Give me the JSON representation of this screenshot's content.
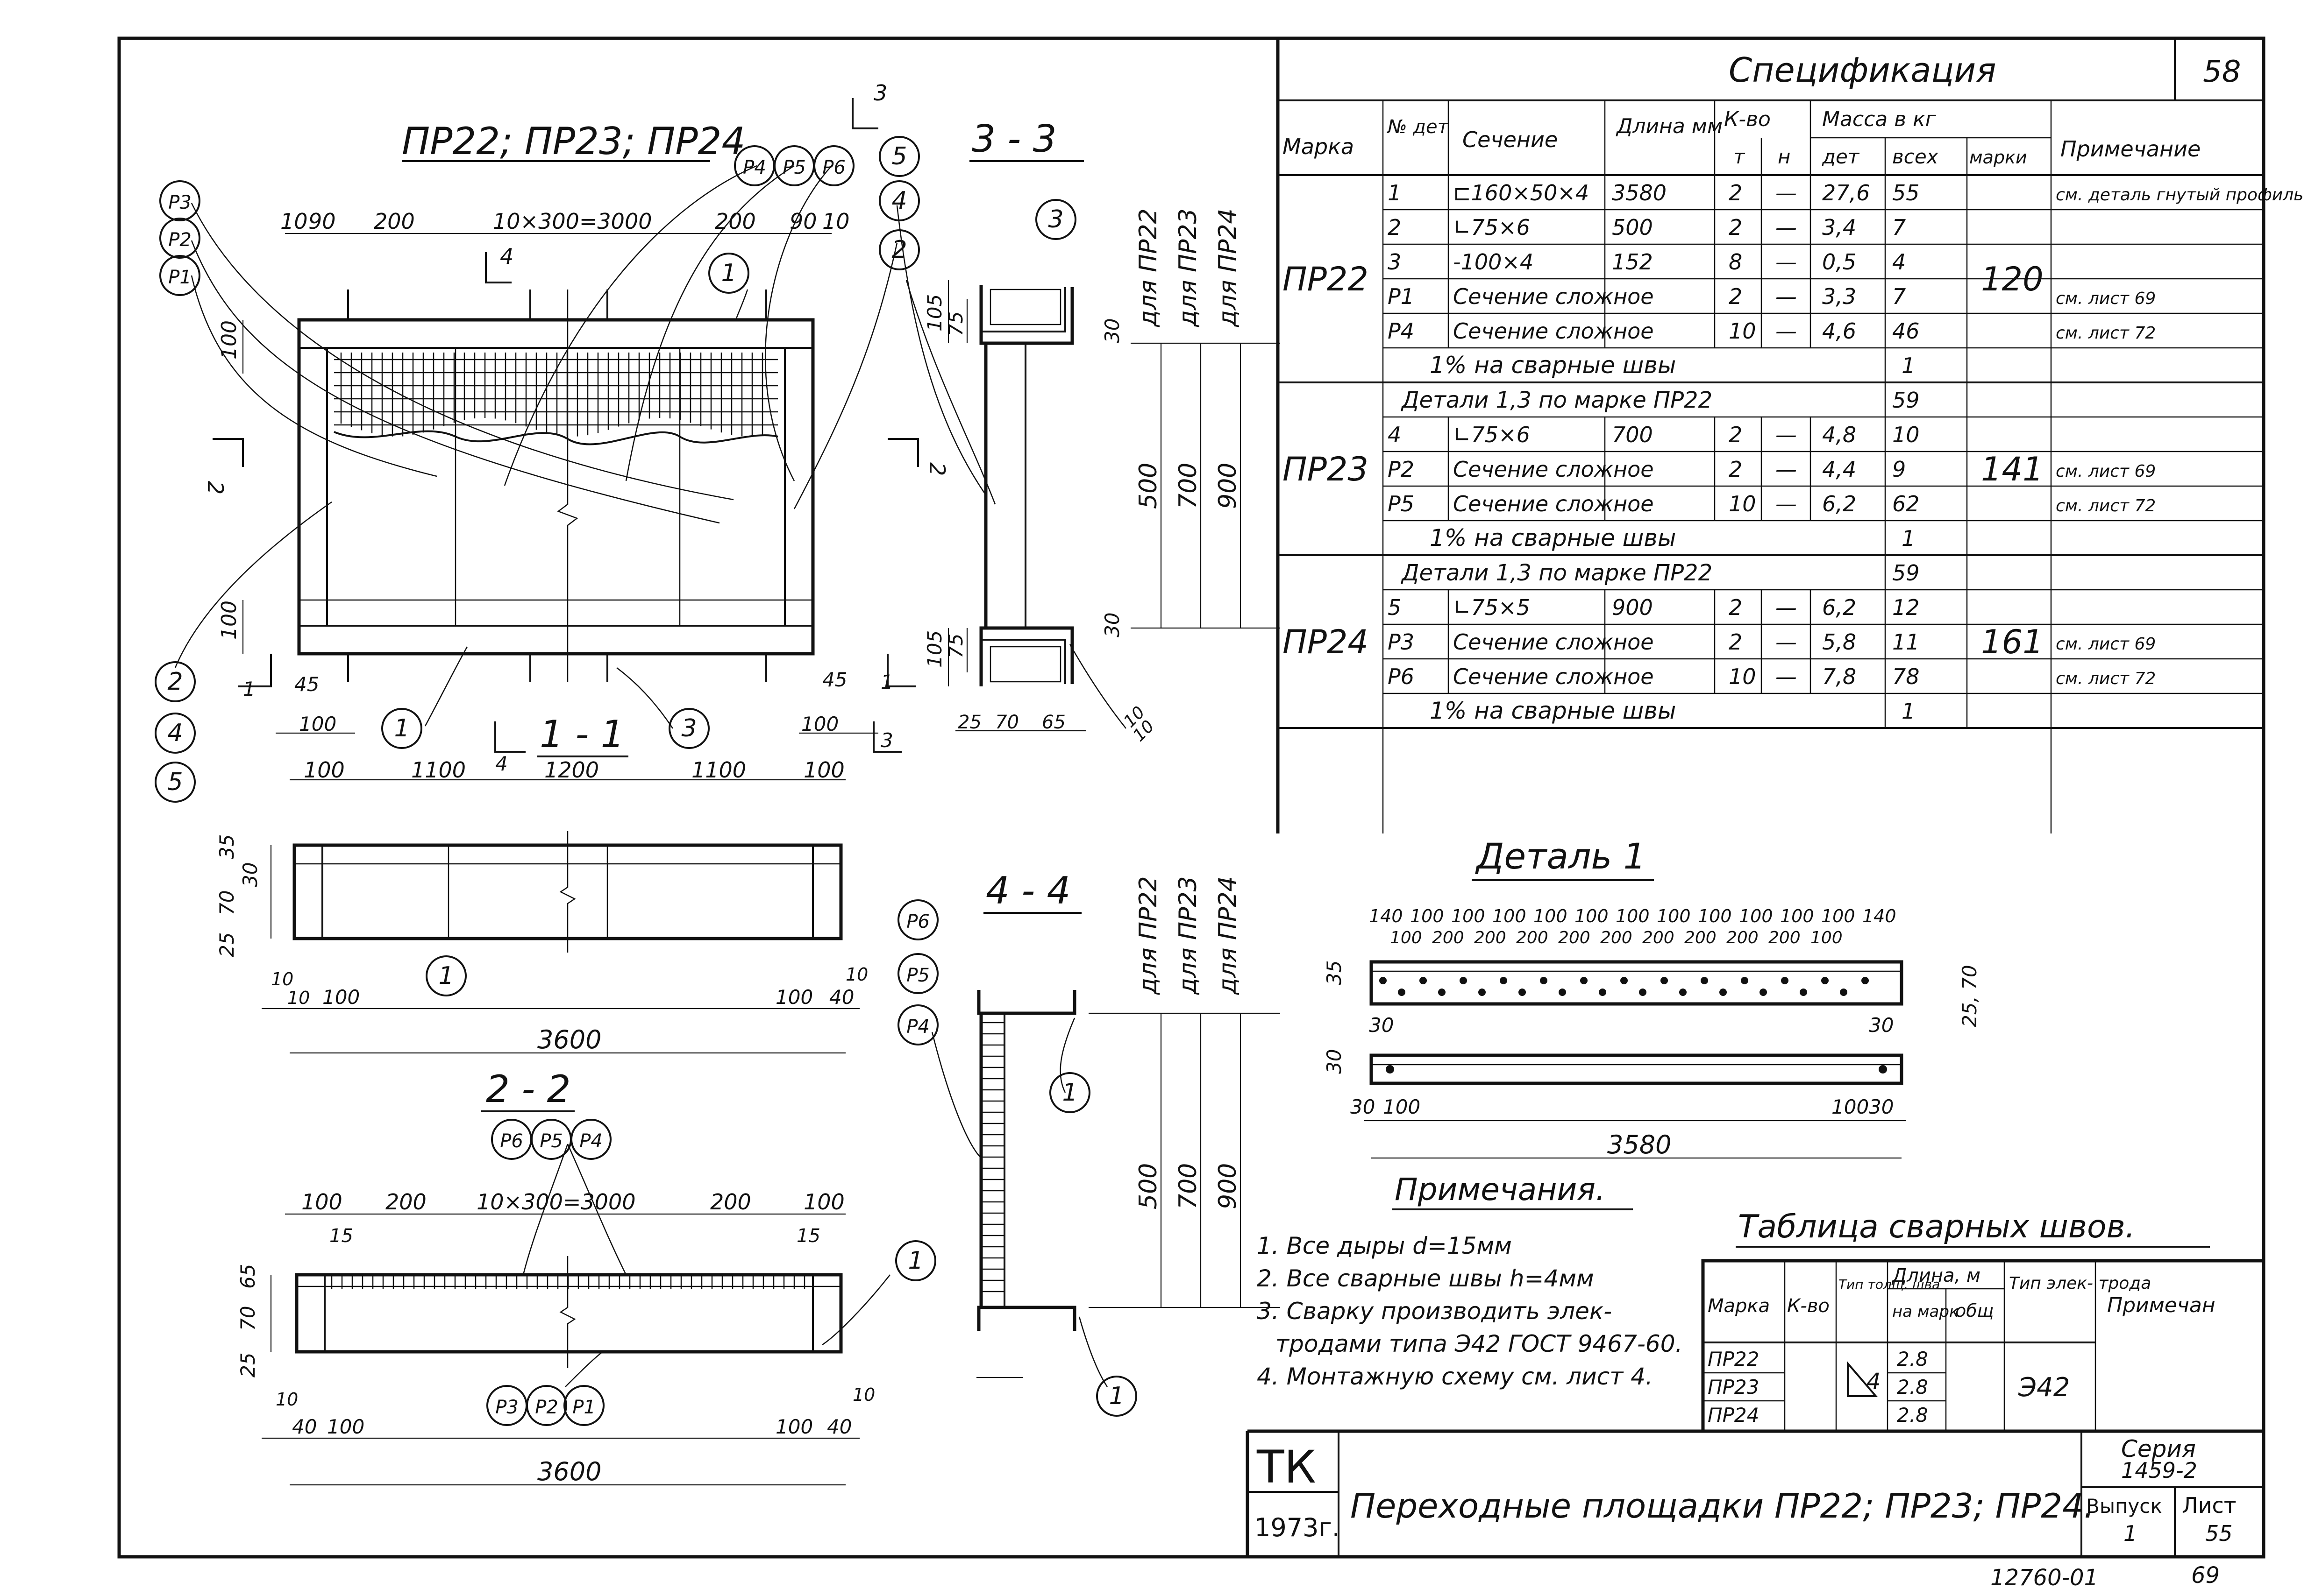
{
  "sheet": {
    "title": "Переходные площадки ПР22; ПР23; ПР24.",
    "stamp_tk": "ТК",
    "stamp_year": "1973г.",
    "series_label": "Серия",
    "series_value": "1459-2",
    "issue_label": "Выпуск",
    "issue_value": "1",
    "sheet_label": "Лист",
    "sheet_value": "55",
    "sheet_corner": "58",
    "archive_no": "12760-01",
    "archive_page": "69"
  },
  "views": {
    "main_title": "ПР22; ПР23; ПР24",
    "section_3": "3 - 3",
    "section_4": "4 - 4",
    "section_1": "1 - 1",
    "section_2": "2 - 2",
    "detail_1": "Деталь 1"
  },
  "plan_dims": {
    "top": [
      "10",
      "90",
      "200",
      "10×300=3000",
      "200",
      "90",
      "10"
    ],
    "side_100_top": "100",
    "side_100_bottom": "100",
    "bottom_left": [
      "45",
      "100"
    ],
    "bottom_right": [
      "45",
      "100"
    ]
  },
  "section1": {
    "top": [
      "100",
      "1100",
      "1200",
      "1100",
      "100"
    ],
    "side": [
      "35",
      "30",
      "70",
      "25"
    ],
    "bottom": [
      "10",
      "10",
      "100",
      "100",
      "10",
      "40"
    ],
    "total": "3600"
  },
  "section2": {
    "top": [
      "100",
      "200",
      "10×300=3000",
      "200",
      "100"
    ],
    "small": [
      "15",
      "15"
    ],
    "side": [
      "65",
      "70",
      "25"
    ],
    "bottom": [
      "10",
      "40",
      "100",
      "100",
      "40",
      "10"
    ],
    "total": "3600"
  },
  "section3_dims": [
    "105",
    "75",
    "30",
    "105",
    "75",
    "30",
    "25",
    "70",
    "65",
    "10",
    "10"
  ],
  "height_labels": {
    "pr22": "для ПР22",
    "pr23": "для ПР23",
    "pr24": "для ПР24",
    "h500": "500",
    "h700": "700",
    "h900": "900"
  },
  "callouts": {
    "p1": "Р1",
    "p2": "Р2",
    "p3": "Р3",
    "p4": "Р4",
    "p5": "Р5",
    "p6": "Р6",
    "n1": "1",
    "n2": "2",
    "n3": "3",
    "n4": "4",
    "n5": "5"
  },
  "section_marks": {
    "s3": "3",
    "s4": "4",
    "s2": "2",
    "s1": "1"
  },
  "spec": {
    "title": "Спецификация",
    "headers": {
      "mark": "Марка",
      "no": "№ дет",
      "section": "Сечение",
      "length": "Длина мм",
      "qty": "К-во",
      "qty_t": "т",
      "qty_n": "н",
      "mass": "Масса в кг",
      "mass_det": "дет",
      "mass_all": "всех",
      "mass_mark": "марки",
      "note": "Примечание"
    },
    "groups": [
      {
        "mark": "ПР22",
        "total": "120",
        "rows": [
          {
            "no": "1",
            "section": "⊏160×50×4",
            "length": "3580",
            "t": "2",
            "n": "—",
            "det": "27,6",
            "all": "55",
            "note": "см. деталь гнутый профиль"
          },
          {
            "no": "2",
            "section": "∟75×6",
            "length": "500",
            "t": "2",
            "n": "—",
            "det": "3,4",
            "all": "7",
            "note": ""
          },
          {
            "no": "3",
            "section": "-100×4",
            "length": "152",
            "t": "8",
            "n": "—",
            "det": "0,5",
            "all": "4",
            "note": ""
          },
          {
            "no": "Р1",
            "section": "Сечение сложное",
            "length": "",
            "t": "2",
            "n": "—",
            "det": "3,3",
            "all": "7",
            "note": "см. лист 69"
          },
          {
            "no": "Р4",
            "section": "Сечение сложное",
            "length": "",
            "t": "10",
            "n": "—",
            "det": "4,6",
            "all": "46",
            "note": "см. лист 72"
          }
        ],
        "weld_text": "1% на сварные швы",
        "weld_value": "1"
      },
      {
        "mark": "ПР23",
        "total": "141",
        "header_text": "Детали 1,3 по марке ПР22",
        "header_value": "59",
        "rows": [
          {
            "no": "4",
            "section": "∟75×6",
            "length": "700",
            "t": "2",
            "n": "—",
            "det": "4,8",
            "all": "10",
            "note": ""
          },
          {
            "no": "Р2",
            "section": "Сечение сложное",
            "length": "",
            "t": "2",
            "n": "—",
            "det": "4,4",
            "all": "9",
            "note": "см. лист 69"
          },
          {
            "no": "Р5",
            "section": "Сечение сложное",
            "length": "",
            "t": "10",
            "n": "—",
            "det": "6,2",
            "all": "62",
            "note": "см. лист 72"
          }
        ],
        "weld_text": "1% на сварные швы",
        "weld_value": "1"
      },
      {
        "mark": "ПР24",
        "total": "161",
        "header_text": "Детали 1,3 по марке ПР22",
        "header_value": "59",
        "rows": [
          {
            "no": "5",
            "section": "∟75×5",
            "length": "900",
            "t": "2",
            "n": "—",
            "det": "6,2",
            "all": "12",
            "note": ""
          },
          {
            "no": "Р3",
            "section": "Сечение сложное",
            "length": "",
            "t": "2",
            "n": "—",
            "det": "5,8",
            "all": "11",
            "note": "см. лист 69"
          },
          {
            "no": "Р6",
            "section": "Сечение сложное",
            "length": "",
            "t": "10",
            "n": "—",
            "det": "7,8",
            "all": "78",
            "note": "см. лист 72"
          }
        ],
        "weld_text": "1% на сварные швы",
        "weld_value": "1"
      }
    ]
  },
  "detail1": {
    "top_row1": [
      "140",
      "100",
      "100",
      "100",
      "100",
      "100",
      "100",
      "100",
      "100",
      "100",
      "100",
      "100",
      "140"
    ],
    "top_row2": [
      "100",
      "200",
      "200",
      "200",
      "200",
      "200",
      "200",
      "200",
      "200",
      "200",
      "100"
    ],
    "left_35": "35",
    "right_dims": "25, 70",
    "d30_a": "30",
    "d30_b": "30",
    "d30_c": "30",
    "d30_d": "30",
    "d100_a": "100",
    "d100_b": "100",
    "d30_e": "30",
    "total": "3580"
  },
  "notes": {
    "title": "Примечания.",
    "items": [
      "1. Все дыры d=15мм",
      "2. Все сварные швы h=4мм",
      "3. Сварку производить элек-",
      "тродами типа Э42 ГОСТ 9467-60.",
      "4. Монтажную схему см. лист 4."
    ]
  },
  "weld_table": {
    "title": "Таблица сварных швов.",
    "headers": {
      "mark": "Марка",
      "qty": "К-во",
      "type": "Тип толщ. шва",
      "length": "Длина, м",
      "len_mark": "на марк",
      "len_total": "общ",
      "electrode": "Тип элек- трода",
      "note": "Примечан"
    },
    "rows": [
      {
        "mark": "ПР22",
        "len": "2.8"
      },
      {
        "mark": "ПР23",
        "len": "2.8"
      },
      {
        "mark": "ПР24",
        "len": "2.8"
      }
    ],
    "weld_symbol": "4",
    "electrode_value": "Э42"
  }
}
